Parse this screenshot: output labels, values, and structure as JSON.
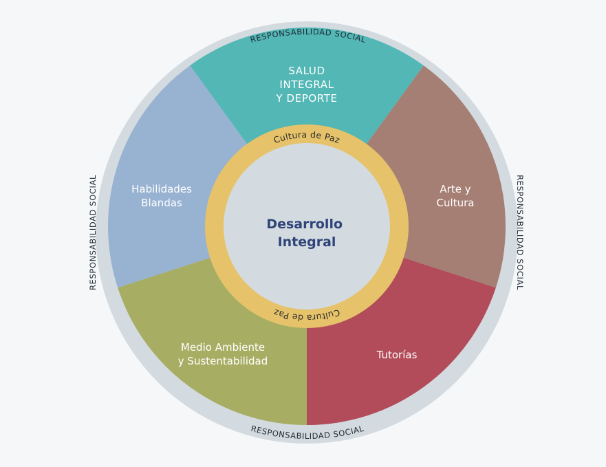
{
  "diagram": {
    "outer_ring": {
      "label": "RESPONSABILIDAD SOCIAL",
      "fill": "#d3dbe0",
      "text_color": "#1f2a35"
    },
    "segments": [
      {
        "id": "salud",
        "lines": [
          "SALUD",
          "INTEGRAL",
          "Y DEPORTE"
        ],
        "color": "#52b7b5"
      },
      {
        "id": "arte",
        "lines": [
          "Arte y",
          "Cultura"
        ],
        "color": "#a57e74"
      },
      {
        "id": "tutorias",
        "lines": [
          "Tutorías"
        ],
        "color": "#b24c5a"
      },
      {
        "id": "medio",
        "lines": [
          "Medio Ambiente",
          "y Sustentabilidad"
        ],
        "color": "#a7ae63"
      },
      {
        "id": "habilidades",
        "lines": [
          "Habilidades",
          "Blandas"
        ],
        "color": "#98b2d2"
      }
    ],
    "inner_ring": {
      "label": "Cultura de Paz",
      "color": "#e6c36a",
      "text_color": "#2b2b2b"
    },
    "center": {
      "lines": [
        "Desarrollo",
        "Integral"
      ],
      "fill": "#d3dbe0",
      "text_color": "#2f4478"
    }
  }
}
